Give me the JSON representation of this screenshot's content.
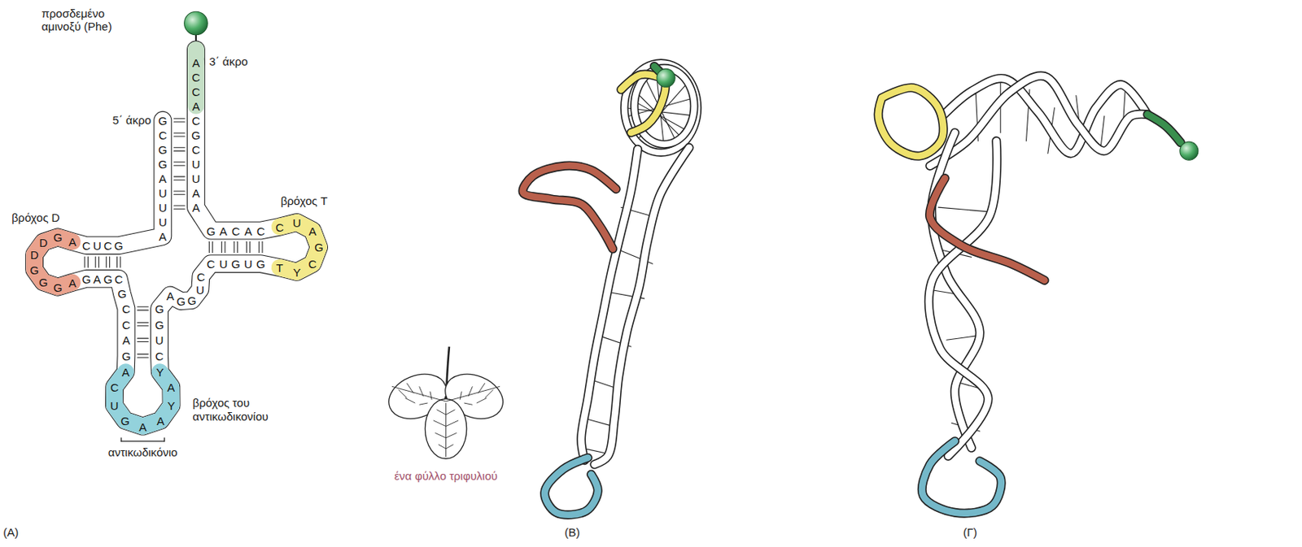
{
  "diagram": {
    "labels": [
      "προσδεμένο αμινοξύ (Phe)",
      "3΄ άκρο",
      "5΄ άκρο",
      "βρόχος T",
      "βρόχος D",
      "βρόχος του αντικωδικονίου",
      "αντικωδικόνιο",
      "ένα φύλλο τριφυλιού",
      "(A)",
      "(B)",
      "(Γ)",
      "G",
      "C",
      "G",
      "G",
      "A",
      "U",
      "U",
      "U",
      "A",
      "G",
      "C",
      "U",
      "C",
      "A",
      "G",
      "D",
      "D",
      "G",
      "G",
      "G",
      "A",
      "G",
      "A",
      "G",
      "C",
      "G",
      "C",
      "C",
      "A",
      "G",
      "A",
      "C",
      "U",
      "G",
      "A",
      "A",
      "Y",
      "A",
      "Y",
      "C",
      "U",
      "G",
      "G",
      "A",
      "G",
      "G",
      "U",
      "C",
      "C",
      "U",
      "G",
      "U",
      "G",
      "T",
      "Y",
      "C",
      "G",
      "A",
      "U",
      "C",
      "C",
      "A",
      "C",
      "A",
      "G",
      "A",
      "A",
      "U",
      "U",
      "C",
      "G",
      "C",
      "A",
      "C",
      "C",
      "A"
    ]
  }
}
